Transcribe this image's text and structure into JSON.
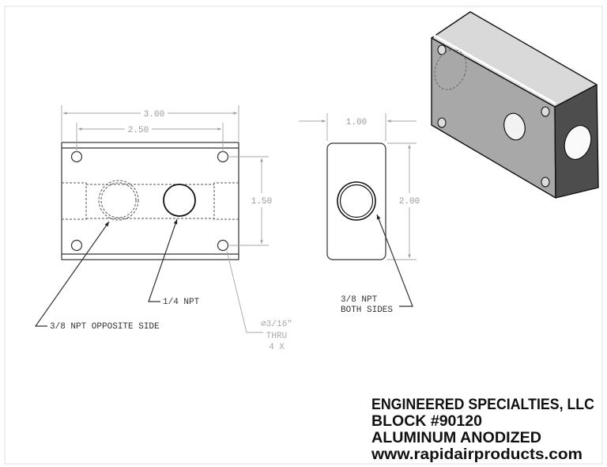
{
  "drawing": {
    "front_view": {
      "dim_overall_width": "3.00",
      "dim_hole_spacing_x": "2.50",
      "dim_hole_spacing_y": "1.50",
      "callout_opposite": "3/8 NPT OPPOSITE SIDE",
      "callout_quarter": "1/4 NPT",
      "callout_holes": [
        "⌀3/16\"",
        "THRU",
        "4 X"
      ]
    },
    "side_view": {
      "dim_width": "1.00",
      "dim_height": "2.00",
      "callout": [
        "3/8 NPT",
        "BOTH SIDES"
      ]
    }
  },
  "title_block": {
    "company": "ENGINEERED SPECIALTIES, LLC",
    "part": "BLOCK #90120",
    "material": "ALUMINUM ANODIZED",
    "website": "www.rapidairproducts.com"
  },
  "colors": {
    "iso_top": "#d9d9d9",
    "iso_front": "#a8a8a8",
    "iso_right": "#4d4d4d"
  }
}
